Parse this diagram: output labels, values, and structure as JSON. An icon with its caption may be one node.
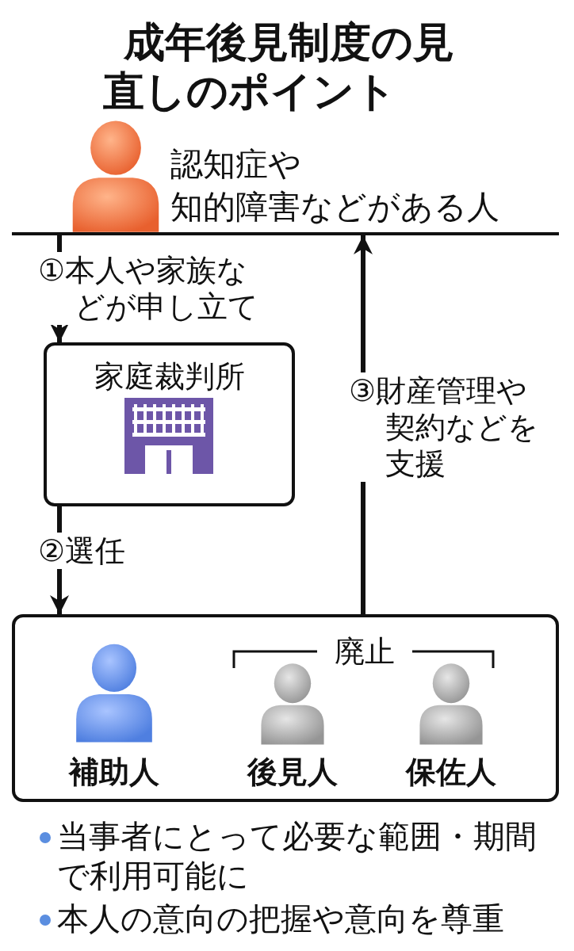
{
  "diagram": {
    "title": "成年後見制度の見直しのポイント",
    "nodes": [
      {
        "text": [
          "認知症や知的障害などがある人"
        ]
      },
      {
        "text": [
          "家庭裁判所"
        ]
      },
      {
        "text": [],
        "shape": "box"
      },
      {
        "text": [
          "補助人"
        ],
        "in": 2
      },
      {
        "text": [
          "後見人"
        ],
        "in": 2
      },
      {
        "text": [
          "保佐人"
        ],
        "in": 2
      }
    ],
    "edges": [
      {
        "from": 0,
        "to": 1,
        "arrow": "to",
        "label": "①本人や家族などが申し立て"
      },
      {
        "from": 1,
        "to": 2,
        "arrow": "to",
        "label": "②選任"
      },
      {
        "from": 2,
        "to": 0,
        "arrow": "to",
        "label": "③財産管理や契約などを支援"
      }
    ],
    "labels": [
      "廃止",
      "当事者にとって必要な範囲・期間で利用可能に",
      "本人の意向の把握や意向を尊重"
    ]
  }
}
